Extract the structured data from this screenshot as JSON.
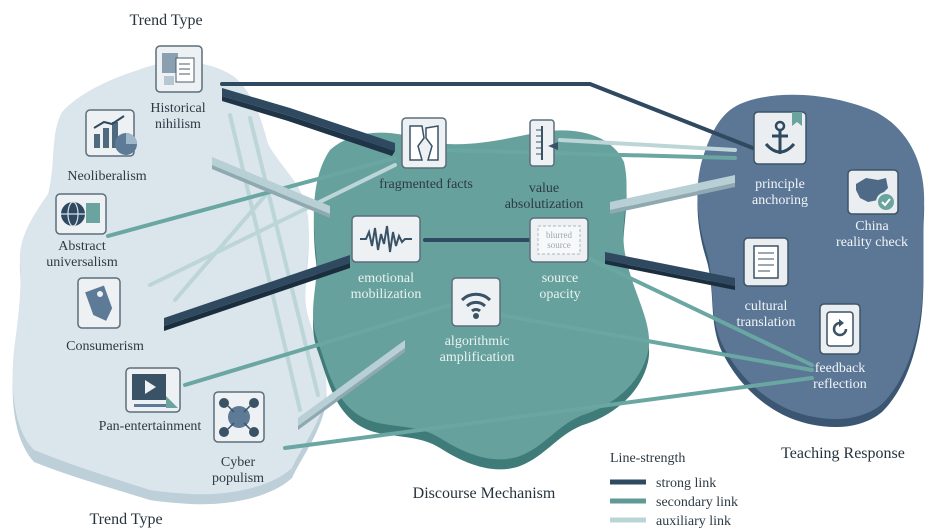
{
  "titles": {
    "trend_top": "Trend Type",
    "trend_bottom": "Trend Type",
    "discourse": "Discourse Mechanism",
    "teaching": "Teaching Response"
  },
  "trend_types": {
    "historical_nihilism": [
      "Historical",
      "nihilism"
    ],
    "neoliberalism": [
      "Neoliberalism"
    ],
    "abstract_universalism": [
      "Abstract",
      "universalism"
    ],
    "consumerism": [
      "Consumerism"
    ],
    "pan_entertainment": [
      "Pan-entertainment"
    ],
    "cyber_populism": [
      "Cyber",
      "populism"
    ]
  },
  "mechanisms": {
    "fragmented_facts": [
      "fragmented facts"
    ],
    "value_absolutization": [
      "value",
      "absolutization"
    ],
    "emotional_mobilization": [
      "emotional",
      "mobilization"
    ],
    "source_opacity": [
      "source",
      "opacity"
    ],
    "algorithmic_amplification": [
      "algorithmic",
      "amplification"
    ],
    "blurred_source_icon_text": [
      "blurred",
      "source"
    ]
  },
  "responses": {
    "principle_anchoring": [
      "principle",
      "anchoring"
    ],
    "china_reality_check": [
      "China",
      "reality check"
    ],
    "cultural_translation": [
      "cultural",
      "translation"
    ],
    "feedback_reflection": [
      "feedback",
      "reflection"
    ]
  },
  "legend": {
    "title": "Line-strength",
    "items": [
      {
        "label": "strong link",
        "color": "#2f4a60"
      },
      {
        "label": "secondary link",
        "color": "#5f9a96"
      },
      {
        "label": "auxiliary link",
        "color": "#b9d5d6"
      }
    ]
  },
  "colors": {
    "trend_region": "#d7e2ea",
    "discourse_region": "#5f9a96",
    "teaching_region": "#4e6a86",
    "strong": "#2f4a60",
    "secondary": "#5f9a96",
    "auxiliary": "#b9d5d6"
  }
}
